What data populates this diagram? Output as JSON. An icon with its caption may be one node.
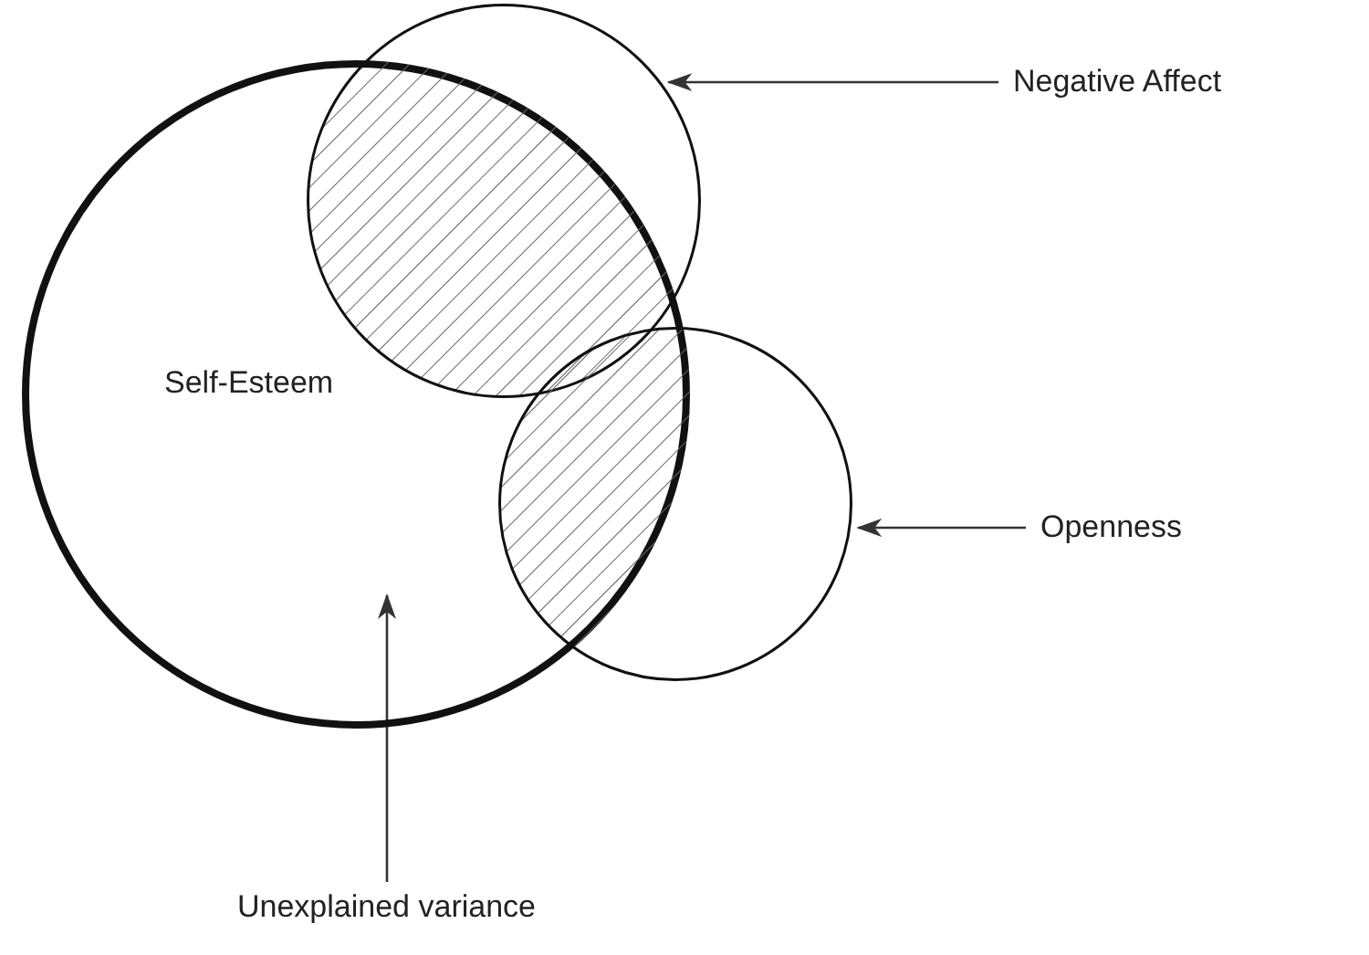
{
  "diagram": {
    "nodes": [
      {
        "text": [
          "Self-Esteem"
        ]
      },
      {
        "text": [],
        "shape": "circle"
      },
      {
        "text": [
          "Negative Affect"
        ]
      },
      {
        "text": [],
        "shape": "circle"
      },
      {
        "text": [
          "Openness"
        ]
      },
      {
        "text": [
          "Unexplained variance"
        ]
      }
    ],
    "edges": [
      {
        "from": 2,
        "to": 1,
        "arrow": "to"
      },
      {
        "from": 4,
        "to": 3,
        "arrow": "to"
      },
      {
        "from": 5,
        "to": 0,
        "arrow": "to"
      }
    ]
  }
}
